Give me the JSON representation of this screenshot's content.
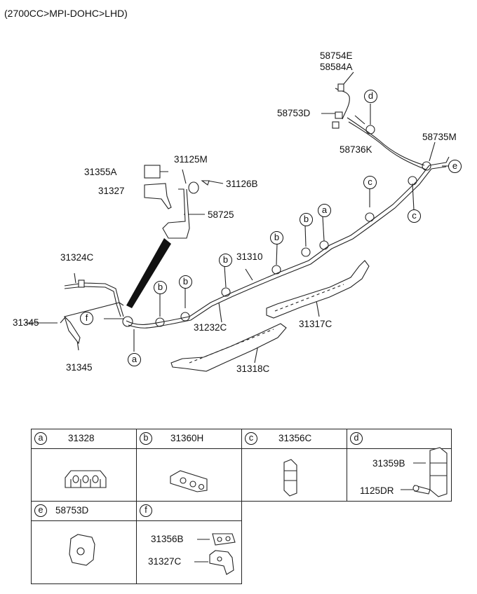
{
  "header": {
    "spec": "(2700CC>MPI-DOHC>LHD)"
  },
  "callouts": {
    "p58754E": "58754E",
    "p58584A": "58584A",
    "p58753D": "58753D",
    "p58736K": "58736K",
    "p58735M": "58735M",
    "p31125M": "31125M",
    "p31355A": "31355A",
    "p31126B": "31126B",
    "p31327": "31327",
    "p58725": "58725",
    "p31324C": "31324C",
    "p31310": "31310",
    "p31345_upper": "31345",
    "p31345_lower": "31345",
    "p31232C": "31232C",
    "p31317C": "31317C",
    "p31318C": "31318C"
  },
  "markers": {
    "a1": "a",
    "a2": "a",
    "b1": "b",
    "b2": "b",
    "b3": "b",
    "b4": "b",
    "b5": "b",
    "c1": "c",
    "c2": "c",
    "d1": "d",
    "e1": "e",
    "f1": "f"
  },
  "legend": {
    "a": {
      "letter": "a",
      "part": "31328"
    },
    "b": {
      "letter": "b",
      "part": "31360H"
    },
    "c": {
      "letter": "c",
      "part": "31356C"
    },
    "d": {
      "letter": "d",
      "part": "",
      "parts": [
        "31359B",
        "1125DR"
      ]
    },
    "e": {
      "letter": "e",
      "part": "58753D"
    },
    "f": {
      "letter": "f",
      "part": "",
      "parts": [
        "31356B",
        "31327C"
      ]
    }
  }
}
